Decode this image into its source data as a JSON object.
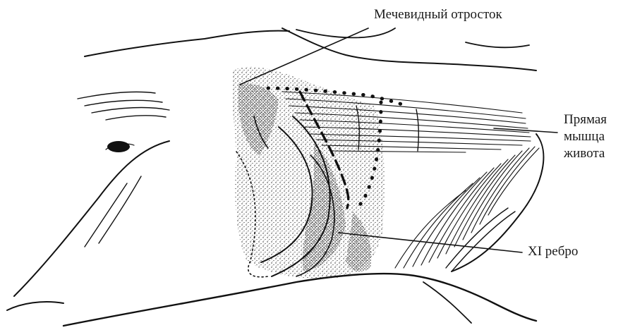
{
  "labels": {
    "xiphoid_process": "Мечевидный отросток",
    "rectus_muscle": [
      "Прямая",
      "мышца",
      "живота"
    ],
    "eleventh_rib": "XI ребро"
  },
  "colors": {
    "ink": "#111111",
    "background": "#ffffff"
  }
}
